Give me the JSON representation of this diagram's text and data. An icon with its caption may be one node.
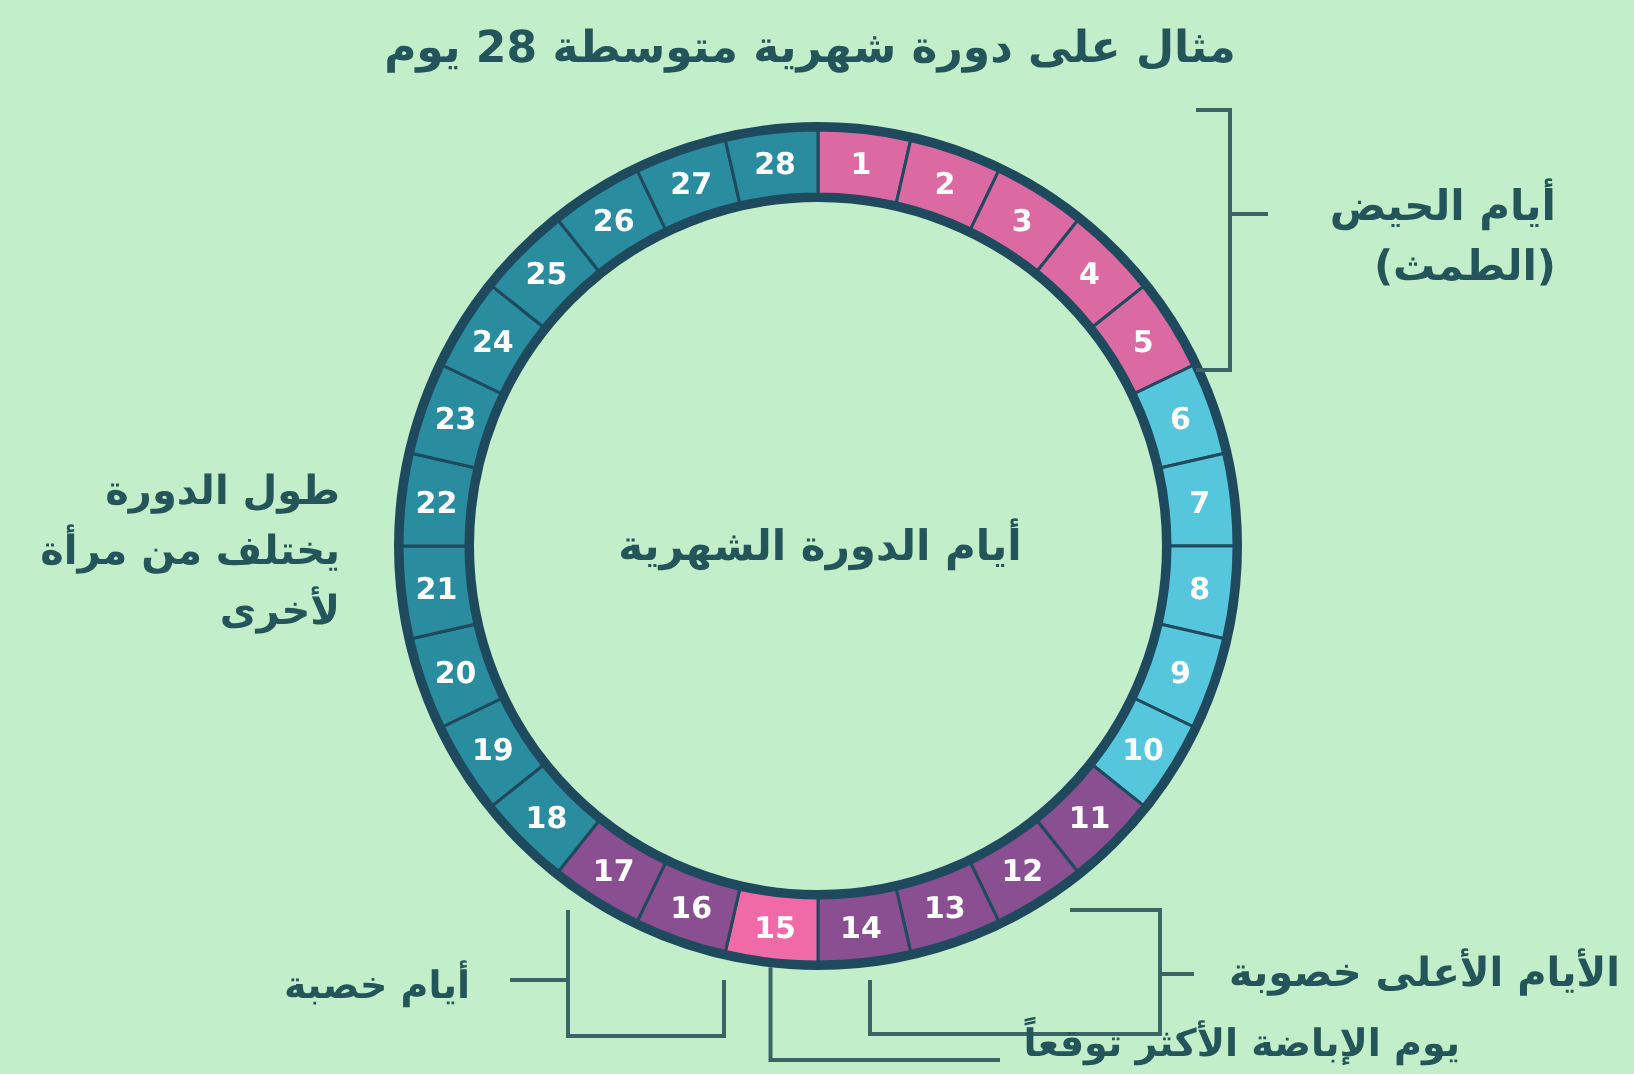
{
  "diagram": {
    "title": "مثال على دورة شهرية متوسطة 28 يوم",
    "nodes": [
      {
        "text": [
          "1"
        ]
      },
      {
        "text": [
          "2"
        ]
      },
      {
        "text": [
          "3"
        ]
      },
      {
        "text": [
          "4"
        ]
      },
      {
        "text": [
          "5"
        ]
      },
      {
        "text": [
          "6"
        ]
      },
      {
        "text": [
          "7"
        ]
      },
      {
        "text": [
          "8"
        ]
      },
      {
        "text": [
          "9"
        ]
      },
      {
        "text": [
          "10"
        ]
      },
      {
        "text": [
          "11"
        ]
      },
      {
        "text": [
          "12"
        ]
      },
      {
        "text": [
          "13"
        ]
      },
      {
        "text": [
          "14"
        ]
      },
      {
        "text": [
          "15"
        ]
      },
      {
        "text": [
          "16"
        ]
      },
      {
        "text": [
          "17"
        ]
      },
      {
        "text": [
          "18"
        ]
      },
      {
        "text": [
          "19"
        ]
      },
      {
        "text": [
          "20"
        ]
      },
      {
        "text": [
          "21"
        ]
      },
      {
        "text": [
          "22"
        ]
      },
      {
        "text": [
          "23"
        ]
      },
      {
        "text": [
          "24"
        ]
      },
      {
        "text": [
          "25"
        ]
      },
      {
        "text": [
          "26"
        ]
      },
      {
        "text": [
          "27"
        ]
      },
      {
        "text": [
          "28"
        ]
      },
      {
        "text": [
          "يوم الإباضة الأكثر توقعاً"
        ]
      }
    ],
    "edges": [
      {
        "from": 28,
        "to": 14,
        "arrow": "none"
      }
    ],
    "labels": [
      "أيام الحيض (الطمث)",
      "طول الدورة يختلف من مرأة لأخرى",
      "أيام الدورة الشهرية",
      "الأيام الأعلى خصوبة",
      "أيام خصبة"
    ]
  }
}
